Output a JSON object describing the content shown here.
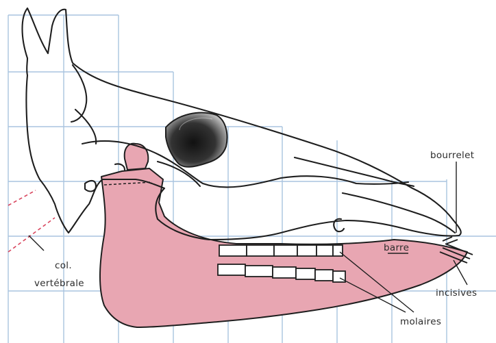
{
  "labels": {
    "bourrelet": "bourrelet",
    "barre": "barre",
    "incisives": "incisives",
    "molaires": "molaires",
    "col_line1": "col.",
    "col_line2": "vertébrale"
  },
  "colors": {
    "grid": "#a9c4df",
    "mandible_fill": "#e8a6b2",
    "outline": "#1e1e1e",
    "label_text": "#2b2b2b",
    "vertebral_dash": "#d9465e"
  }
}
